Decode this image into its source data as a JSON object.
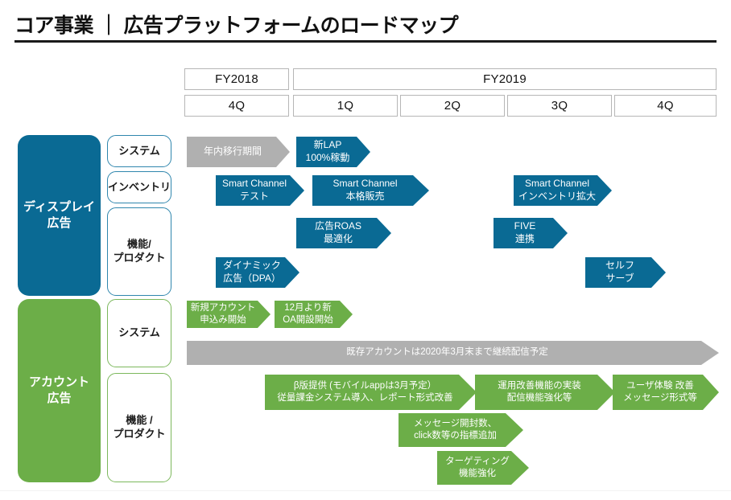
{
  "title": "コア事業 ｜ 広告プラットフォームのロードマップ",
  "timeline": {
    "years": [
      {
        "label": "FY2018"
      },
      {
        "label": "FY2019"
      }
    ],
    "quarters": [
      {
        "label": "4Q"
      },
      {
        "label": "1Q"
      },
      {
        "label": "2Q"
      },
      {
        "label": "3Q"
      },
      {
        "label": "4Q"
      }
    ]
  },
  "sections": [
    {
      "name": "display",
      "category_label": "ディスプレイ\n広告",
      "category_color": "#0a6a94",
      "subcategories": [
        {
          "label": "システム"
        },
        {
          "label": "インベントリ"
        },
        {
          "label": "機能/\nプロダクト"
        }
      ],
      "items": [
        {
          "label": "年内移行期間",
          "color": "gray"
        },
        {
          "label": "新LAP\n100%稼動",
          "color": "blue"
        },
        {
          "label": "Smart Channel\nテスト",
          "color": "blue"
        },
        {
          "label": "Smart Channel\n本格販売",
          "color": "blue"
        },
        {
          "label": "Smart Channel\nインベントリ拡大",
          "color": "blue"
        },
        {
          "label": "広告ROAS\n最適化",
          "color": "blue"
        },
        {
          "label": "FIVE\n連携",
          "color": "blue"
        },
        {
          "label": "ダイナミック\n広告（DPA）",
          "color": "blue"
        },
        {
          "label": "セルフ\nサーブ",
          "color": "blue"
        }
      ]
    },
    {
      "name": "account",
      "category_label": "アカウント\n広告",
      "category_color": "#6cae48",
      "subcategories": [
        {
          "label": "システム"
        },
        {
          "label": "機能 /\nプロダクト"
        }
      ],
      "items": [
        {
          "label": "新規アカウント\n申込み開始",
          "color": "green"
        },
        {
          "label": "12月より新\nOA開設開始",
          "color": "green"
        },
        {
          "label": "既存アカウントは2020年3月末まで継続配信予定",
          "color": "gray"
        },
        {
          "label": "β版提供 (モバイルappは3月予定）\n従量課金システム導入、レポート形式改善",
          "color": "green"
        },
        {
          "label": "運用改善機能の実装\n配信機能強化等",
          "color": "green"
        },
        {
          "label": "ユーザ体験 改善\nメッセージ形式等",
          "color": "green"
        },
        {
          "label": "メッセージ開封数、\nclick数等の指標追加",
          "color": "green"
        },
        {
          "label": "ターゲティング\n機能強化",
          "color": "green"
        }
      ]
    }
  ],
  "colors": {
    "blue": "#0a6a94",
    "green": "#6cae48",
    "gray": "#b0b0b0",
    "border_blue": "#2f86ad",
    "border_green": "#7cb85c"
  }
}
